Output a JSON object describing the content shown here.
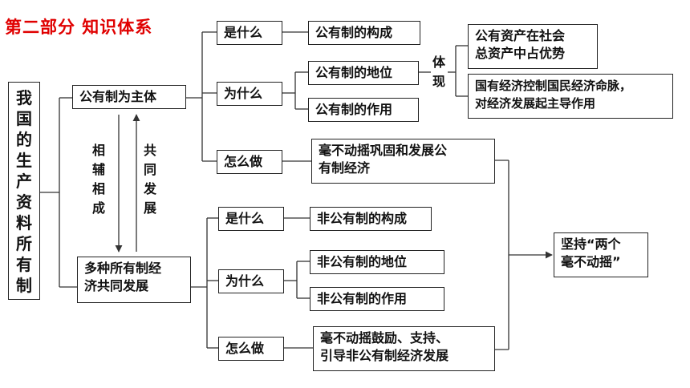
{
  "title": "第二部分  知识体系",
  "root": "我\n国\n的\n生\n产\n资\n料\n所\n有\n制",
  "main_a": "公有制为主体",
  "main_b_line1": "多种所有制经",
  "main_b_line2": "济共同发展",
  "rel_left": "相\n辅\n相\n成",
  "rel_right": "共\n同\n发\n展",
  "public": {
    "what": "是什么",
    "why": "为什么",
    "how": "怎么做",
    "composition": "公有制的构成",
    "status": "公有制的地位",
    "role": "公有制的作用",
    "embody": "体\n现",
    "embody1_line1": "公有资产在社会",
    "embody1_line2": "总资产中占优势",
    "embody2_line1": "国有经济控制国民经济命脉，",
    "embody2_line2": "对经济发展起主导作用",
    "action_line1": "毫不动摇巩固和发展公",
    "action_line2": "有制经济"
  },
  "nonpublic": {
    "what": "是什么",
    "why": "为什么",
    "how": "怎么做",
    "composition": "非公有制的构成",
    "status": "非公有制的地位",
    "role": "非公有制的作用",
    "action_line1": "毫不动摇鼓励、支持、",
    "action_line2": "引导非公有制经济发展"
  },
  "conclusion_line1": "坚持“两个",
  "conclusion_line2": "毫不动摇”",
  "colors": {
    "title": "#e00000",
    "line": "#333333"
  }
}
